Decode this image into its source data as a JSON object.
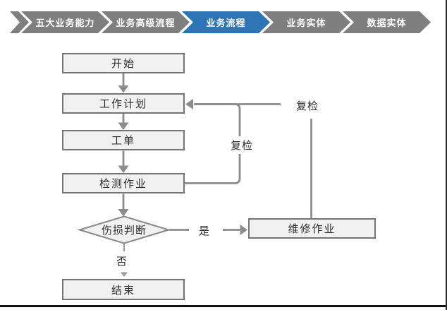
{
  "breadcrumb": {
    "tabs": [
      {
        "label": "五大业务能力",
        "active": false
      },
      {
        "label": "业务高级流程",
        "active": false
      },
      {
        "label": "业务流程",
        "active": true
      },
      {
        "label": "业务实体",
        "active": false
      },
      {
        "label": "数据实体",
        "active": false
      }
    ],
    "colors": {
      "inactive": "#7F7F7F",
      "active": "#2E75B6",
      "text": "#FFFFFF"
    }
  },
  "flowchart": {
    "nodes": {
      "start": "开始",
      "work_plan": "工作计划",
      "work_order": "工单",
      "inspection": "检测作业",
      "decision": "伤损判断",
      "repair": "维修作业",
      "end": "结束"
    },
    "edge_labels": {
      "recheck_inner": "复检",
      "recheck_outer": "复检",
      "yes": "是",
      "no": "否"
    },
    "colors": {
      "line": "#8C8C8C",
      "node_fill": "#F1F1F1",
      "node_border": "#757575",
      "text": "#2D2D2D"
    }
  }
}
